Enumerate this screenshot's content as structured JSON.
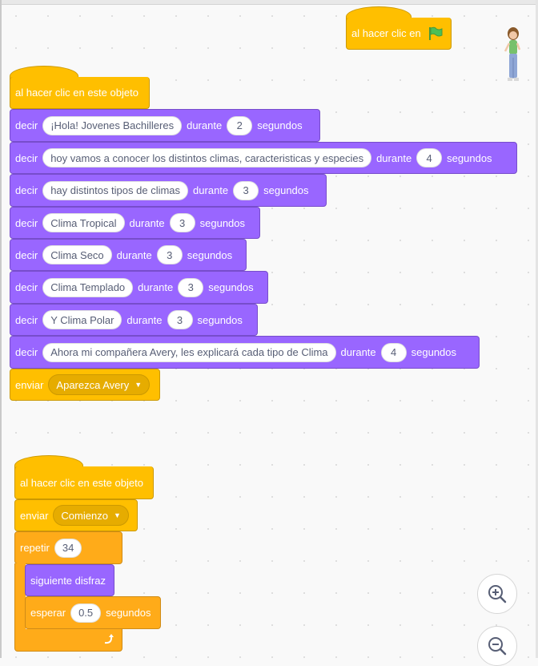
{
  "colors": {
    "events": "#ffbf00",
    "looks": "#9966ff",
    "control": "#ffab19",
    "flag": "#4cbf56"
  },
  "hat_flag": {
    "label": "al hacer clic en",
    "icon": "green-flag-icon"
  },
  "script1": {
    "hat": "al hacer clic en este objeto",
    "say_blocks": [
      {
        "verb": "decir",
        "message": "¡Hola! Jovenes Bachilleres",
        "during": "durante",
        "secs": "2",
        "unit": "segundos"
      },
      {
        "verb": "decir",
        "message": "hoy vamos a conocer los distintos climas, caracteristicas y especies",
        "during": "durante",
        "secs": "4",
        "unit": "segundos"
      },
      {
        "verb": "decir",
        "message": "hay distintos tipos de climas",
        "during": "durante",
        "secs": "3",
        "unit": "segundos"
      },
      {
        "verb": "decir",
        "message": "Clima Tropical",
        "during": "durante",
        "secs": "3",
        "unit": "segundos"
      },
      {
        "verb": "decir",
        "message": "Clima Seco",
        "during": "durante",
        "secs": "3",
        "unit": "segundos"
      },
      {
        "verb": "decir",
        "message": "Clima Templado",
        "during": "durante",
        "secs": "3",
        "unit": "segundos"
      },
      {
        "verb": "decir",
        "message": "Y Clima Polar",
        "during": "durante",
        "secs": "3",
        "unit": "segundos"
      },
      {
        "verb": "decir",
        "message": "Ahora mi compañera Avery, les explicará cada tipo de Clima",
        "during": "durante",
        "secs": "4",
        "unit": "segundos"
      }
    ],
    "broadcast": {
      "verb": "enviar",
      "message": "Aparezca Avery"
    }
  },
  "script2": {
    "hat": "al hacer clic en este objeto",
    "broadcast": {
      "verb": "enviar",
      "message": "Comienzo"
    },
    "repeat": {
      "verb": "repetir",
      "times": "34"
    },
    "next_costume": "siguiente disfraz",
    "wait": {
      "verb": "esperar",
      "secs": "0.5",
      "unit": "segundos"
    }
  },
  "zoom": {
    "in_icon": "zoom-in-icon",
    "out_icon": "zoom-out-icon"
  }
}
